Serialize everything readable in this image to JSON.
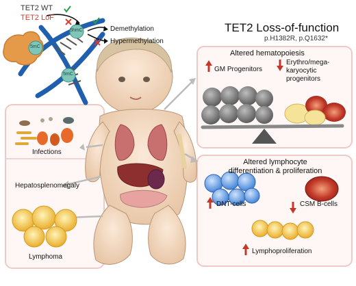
{
  "dna": {
    "tet2_wt": "TET2 WT",
    "tet2_lof": "TET2 LoF",
    "mark_5mc": "5mC",
    "mark_5hmc": "5hmC",
    "demethylation": "Demethylation",
    "hypermethylation": "Hypermethylation"
  },
  "title": {
    "main": "TET2 Loss-of-function",
    "variants": "p.H1382R, p.Q1632*"
  },
  "hematopoiesis": {
    "heading": "Altered hematopoiesis",
    "gm_label": "GM Progenitors",
    "erythro_label": "Erythro/mega-\nkaryocytic\nprogenitors"
  },
  "left_panel": {
    "infections": "Infections",
    "hepatosplenomegaly": "Hepatosplenomegaly",
    "lymphoma": "Lymphoma"
  },
  "lymphocyte": {
    "heading": "Altered lymphocyte\ndifferentiation & proliferation",
    "dnt_label": "DNT-cells",
    "csm_label": "CSM B-cells",
    "lympho_label": "Lymphoproliferation"
  },
  "colors": {
    "up_arrow": "#c0392b",
    "down_arrow": "#c0392b",
    "panel_border": "#f1c9c4",
    "dna_blue": "#1f5fae",
    "tet2_lof": "#d93a2b",
    "tet2_wt": "#333333"
  }
}
